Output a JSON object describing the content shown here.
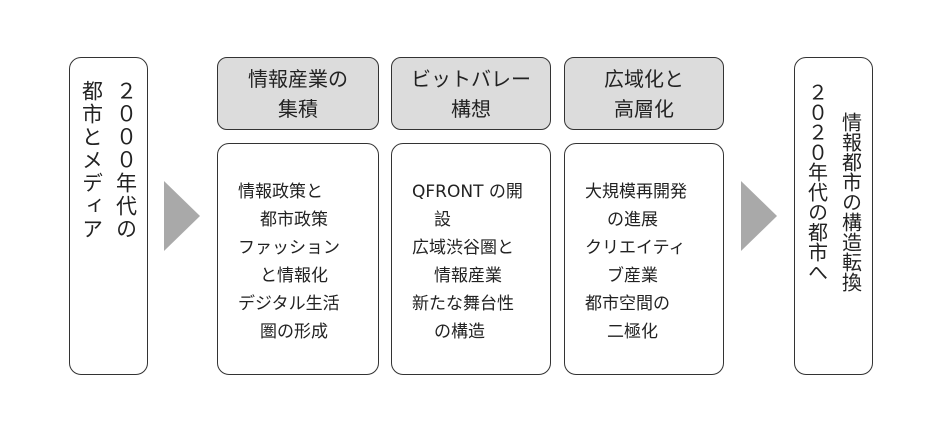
{
  "left_box": {
    "lines": [
      "２０００年代の",
      "都市とメディア"
    ]
  },
  "columns": [
    {
      "header": [
        "情報産業の",
        "集積"
      ],
      "items": [
        [
          "情報政策と",
          "都市政策"
        ],
        [
          "ファッション",
          "と情報化"
        ],
        [
          "デジタル生活",
          "圏の形成"
        ]
      ]
    },
    {
      "header": [
        "ビットバレー",
        "構想"
      ],
      "items": [
        [
          "QFRONT の開",
          "設"
        ],
        [
          "広域渋谷圏と",
          "情報産業"
        ],
        [
          "新たな舞台性",
          "の構造"
        ]
      ]
    },
    {
      "header": [
        "広域化と",
        "高層化"
      ],
      "items": [
        [
          "大規模再開発",
          "の進展"
        ],
        [
          "クリエイティ",
          "ブ産業"
        ],
        [
          "都市空間の",
          "二極化"
        ]
      ]
    }
  ],
  "right_box": {
    "lines": [
      "情報都市の構造転換",
      "２０２０年代の都市へ"
    ]
  },
  "colors": {
    "header_fill": "#dcdcdc",
    "arrow": "#a9a9a9",
    "border": "#333333"
  }
}
